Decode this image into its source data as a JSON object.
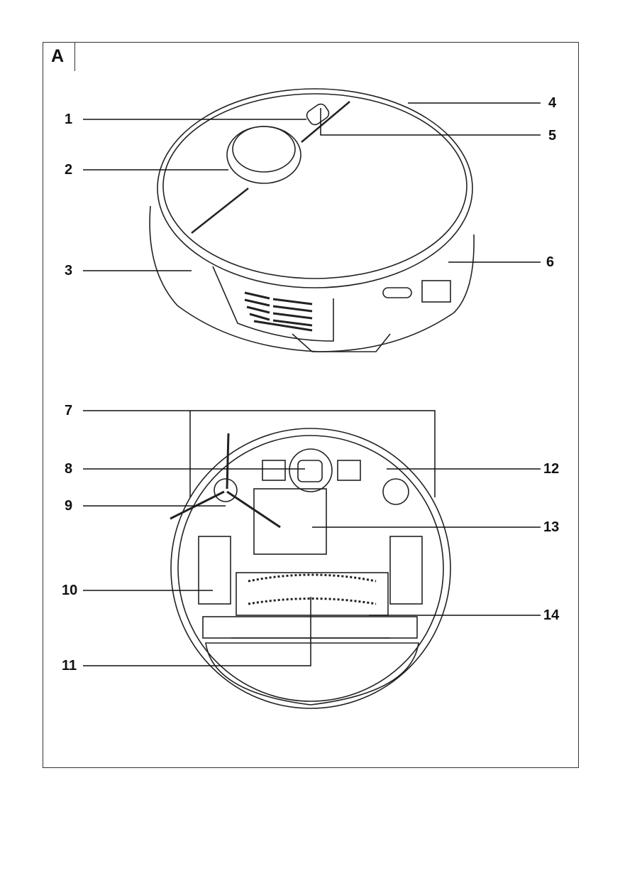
{
  "figure": {
    "panel_label": "A",
    "callouts": [
      "1",
      "2",
      "3",
      "4",
      "5",
      "6",
      "7",
      "8",
      "9",
      "10",
      "11",
      "12",
      "13",
      "14"
    ]
  }
}
